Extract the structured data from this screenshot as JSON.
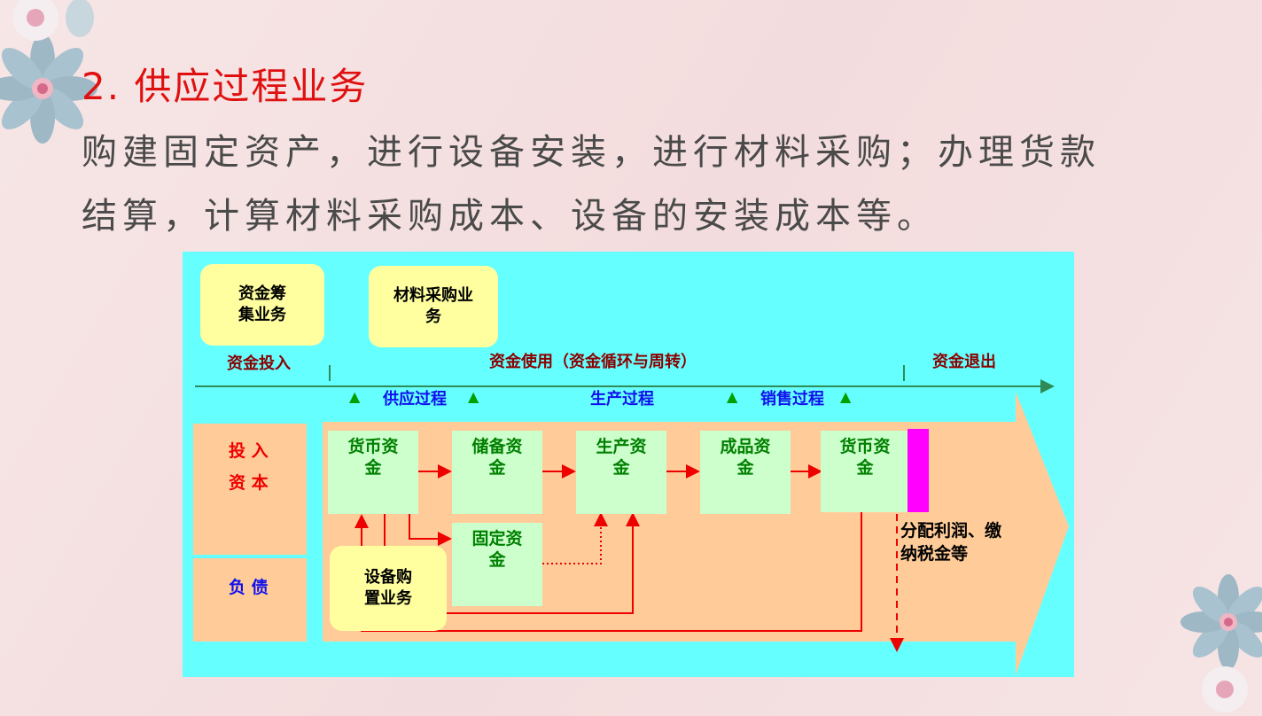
{
  "slide": {
    "title": "2. 供应过程业务",
    "paragraph_lines": [
      "购建固定资产，进行设备安装，进行材料采购；办理货款",
      "结算，计算材料采购成本、设备的安装成本等。"
    ]
  },
  "diagram": {
    "bubbles": {
      "fundraising": "资金筹\n集业务",
      "material_purchase": "材料采购业\n务",
      "equipment_purchase": "设备购\n置业务"
    },
    "stages": {
      "input": "资金投入",
      "use": "资金使用（资金循环与周转）",
      "exit": "资金退出"
    },
    "processes": {
      "supply": "供应过程",
      "production": "生产过程",
      "sales": "销售过程"
    },
    "left_panel": {
      "invest_line1": "投 入",
      "invest_line2": "资 本",
      "liability": "负 债"
    },
    "funds": {
      "monetary_1": "货币资\n金",
      "reserve": "储备资\n金",
      "production": "生产资\n金",
      "finished": "成品资\n金",
      "monetary_2": "货币资\n金",
      "fixed": "固定资\n金"
    },
    "distribution": "分配利润、缴\n纳税金等",
    "colors": {
      "background": "#66ffff",
      "arrow_body": "#ffcc99",
      "fund_box": "#ccffcc",
      "bubble": "#ffffa0",
      "flow_line": "#ee0000",
      "timeline": "#2e8b57",
      "marker": "#ff00ff"
    }
  }
}
